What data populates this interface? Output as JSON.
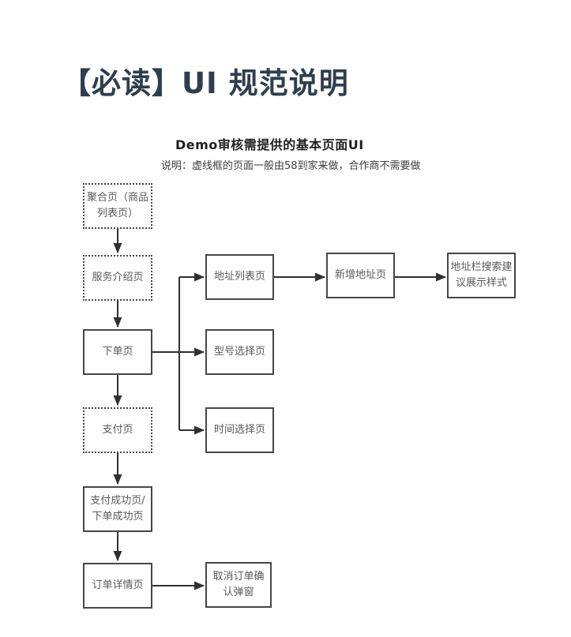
{
  "page": {
    "title": "【必读】UI 规范说明",
    "subtitle": "Demo审核需提供的基本页面UI",
    "note": "说明：虚线框的页面一般由58到家来做，合作商不需要做"
  },
  "colors": {
    "title": "#2f3e4e",
    "node_border": "#474747",
    "node_text": "#595959",
    "arrow": "#303030",
    "background": "#ffffff"
  },
  "diagram": {
    "nodes": [
      {
        "id": "aggregation-page",
        "label": "聚合页（商品列表页）",
        "frame": "dotted"
      },
      {
        "id": "service-intro-page",
        "label": "服务介绍页",
        "frame": "dotted"
      },
      {
        "id": "order-page",
        "label": "下单页",
        "frame": "solid"
      },
      {
        "id": "payment-page",
        "label": "支付页",
        "frame": "dotted"
      },
      {
        "id": "pay-success-page",
        "label": "支付成功页/下单成功页",
        "frame": "solid"
      },
      {
        "id": "order-detail-page",
        "label": "订单详情页",
        "frame": "solid"
      },
      {
        "id": "address-list-page",
        "label": "地址列表页",
        "frame": "solid"
      },
      {
        "id": "model-select-page",
        "label": "型号选择页",
        "frame": "solid"
      },
      {
        "id": "time-select-page",
        "label": "时间选择页",
        "frame": "solid"
      },
      {
        "id": "add-address-page",
        "label": "新增地址页",
        "frame": "solid"
      },
      {
        "id": "address-search-suggest",
        "label": "地址栏搜索建议展示样式",
        "frame": "solid"
      },
      {
        "id": "cancel-order-confirm",
        "label": "取消订单确认弹窗",
        "frame": "solid"
      }
    ],
    "edges": [
      {
        "from": "aggregation-page",
        "to": "service-intro-page"
      },
      {
        "from": "service-intro-page",
        "to": "order-page"
      },
      {
        "from": "order-page",
        "to": "payment-page"
      },
      {
        "from": "payment-page",
        "to": "pay-success-page"
      },
      {
        "from": "pay-success-page",
        "to": "order-detail-page"
      },
      {
        "from": "order-page",
        "to": "address-list-page"
      },
      {
        "from": "order-page",
        "to": "model-select-page"
      },
      {
        "from": "order-page",
        "to": "time-select-page"
      },
      {
        "from": "address-list-page",
        "to": "add-address-page"
      },
      {
        "from": "add-address-page",
        "to": "address-search-suggest"
      },
      {
        "from": "order-detail-page",
        "to": "cancel-order-confirm"
      }
    ]
  }
}
